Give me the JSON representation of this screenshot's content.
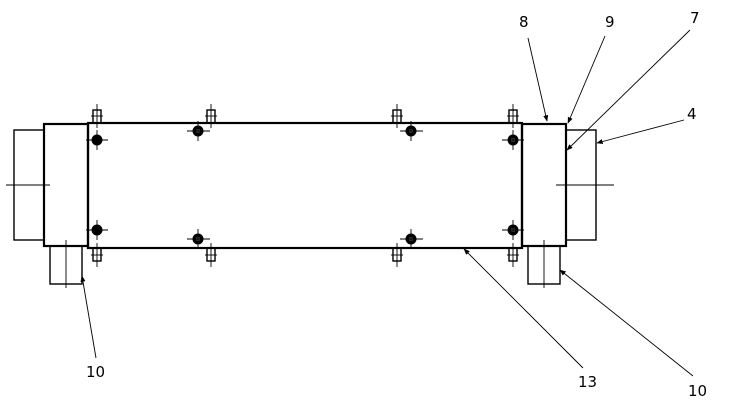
{
  "callouts": [
    {
      "id": "c8",
      "text": "8"
    },
    {
      "id": "c9",
      "text": "9"
    },
    {
      "id": "c7",
      "text": "7"
    },
    {
      "id": "c4",
      "text": "4"
    },
    {
      "id": "c10a",
      "text": "10"
    },
    {
      "id": "c13",
      "text": "13"
    },
    {
      "id": "c10b",
      "text": "10"
    }
  ]
}
